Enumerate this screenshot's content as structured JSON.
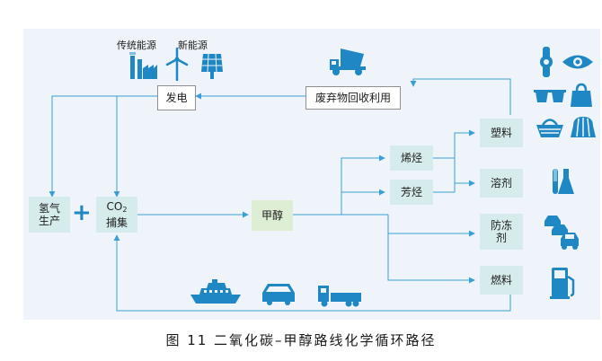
{
  "sources": {
    "traditional_label": "传统能源",
    "new_label": "新能源"
  },
  "nodes": {
    "power": "发电",
    "waste": "废弃物回收利用",
    "hydrogen": [
      "氢气",
      "生产"
    ],
    "co2_capture": {
      "line1_main": "CO",
      "line1_sub": "2",
      "line2": "捕集"
    },
    "plus": "+",
    "methanol": "甲醇",
    "olefin": "烯烃",
    "aromatic": "芳烃",
    "plastic": "塑料",
    "solvent": "溶剂",
    "antifreeze": [
      "防冻",
      "剂"
    ],
    "fuel": "燃料"
  },
  "icons": {
    "sources": [
      "factory-icon",
      "wind-turbine-icon",
      "solar-panel-icon"
    ],
    "recycling": "dump-truck-icon",
    "plastic_products": [
      "wearable-icon",
      "eye-icon",
      "sunglasses-icon",
      "bag-icon",
      "basket-icon",
      "hat-icon"
    ],
    "solvent_product": "lab-flask-icon",
    "antifreeze_product": "cars-icon",
    "fuel_product": "fuel-pump-icon",
    "transport": [
      "ship-icon",
      "car-icon",
      "truck-icon"
    ]
  },
  "colors": {
    "line": "#3a9fd4",
    "icon": "#1e87c4",
    "plus": "#1e87c4",
    "panel": "#eef4f9"
  },
  "caption": "图 11  二氧化碳–甲醇路线化学循环路径"
}
